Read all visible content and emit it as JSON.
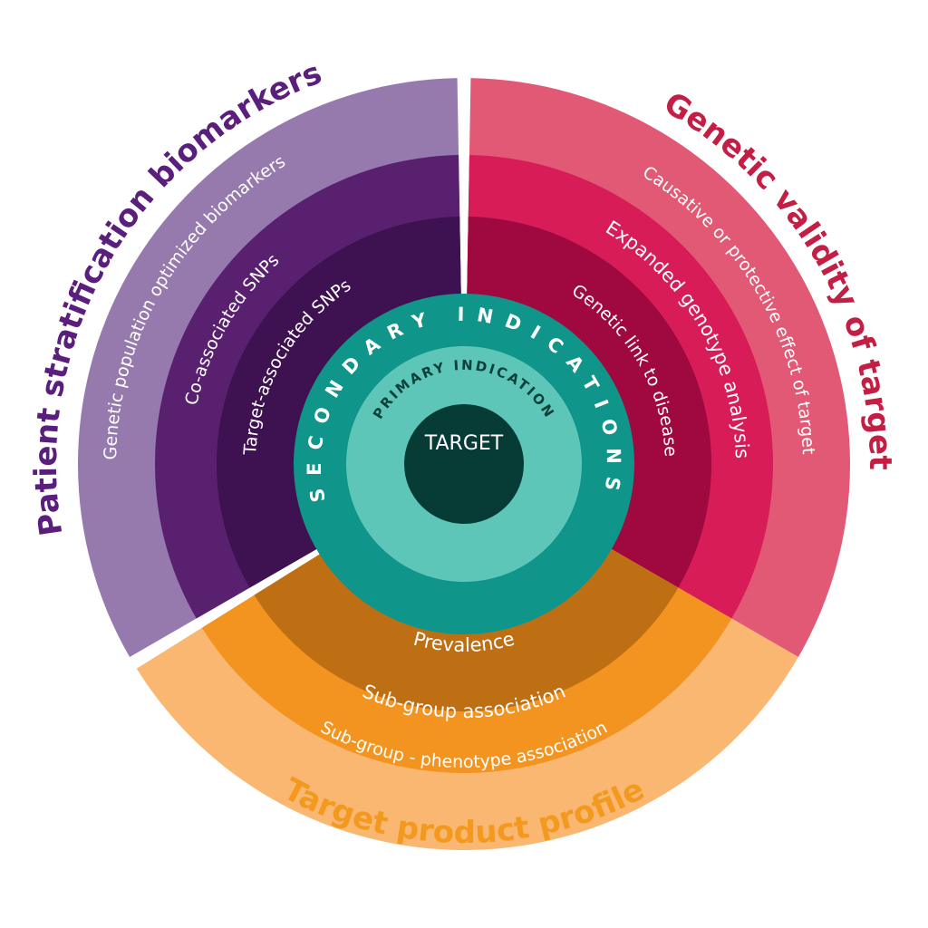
{
  "diagram": {
    "center": {
      "label": "TARGET"
    },
    "primary": {
      "label": "PRIMARY INDICATION"
    },
    "secondary": {
      "label": "SECONDARY INDICATIONS"
    },
    "sections": [
      {
        "key": "genetic",
        "title": "Genetic validity of target",
        "title_color": "#c41e45",
        "colors": [
          "#a0093f",
          "#d71c58",
          "#e15974"
        ],
        "rings": [
          "Genetic link to disease",
          "Expanded genotype analysis",
          "Causative or protective effect of target"
        ]
      },
      {
        "key": "product",
        "title": "Target product profile",
        "title_color": "#f39a1e",
        "colors": [
          "#bf6f13",
          "#f39421",
          "#fab772"
        ],
        "rings": [
          "Prevalence",
          "Sub-group association",
          "Sub-group - phenotype association"
        ]
      },
      {
        "key": "patient",
        "title": "Patient stratification biomarkers",
        "title_color": "#5a1f7d",
        "colors": [
          "#3e1150",
          "#5a2070",
          "#977aad"
        ],
        "rings": [
          "Target-associated SNPs",
          "Co-associated SNPs",
          "Genetic population optimized biomarkers"
        ]
      }
    ],
    "core_colors": {
      "secondary": "#0f958a",
      "primary": "#5ec6b9",
      "center": "#063b36"
    }
  }
}
